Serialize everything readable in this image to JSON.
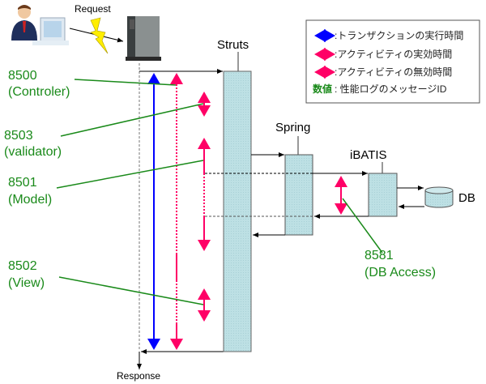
{
  "labels": {
    "request": "Request",
    "response": "Response",
    "struts": "Struts",
    "spring": "Spring",
    "ibatis": "iBATIS",
    "db": "DB"
  },
  "message_ids": [
    {
      "id": "8500",
      "name": "(Controler)"
    },
    {
      "id": "8503",
      "name": "(validator)"
    },
    {
      "id": "8501",
      "name": "(Model)"
    },
    {
      "id": "8502",
      "name": "(View)"
    },
    {
      "id": "8581",
      "name": "(DB Access)"
    }
  ],
  "legend": {
    "items": [
      {
        "text": ":トランザクションの実行時間",
        "color": "#0000ff",
        "style": "solid"
      },
      {
        "text": ":アクティビティの実効時間",
        "color": "#ff0066",
        "style": "solid"
      },
      {
        "text": ":アクティビティの無効時間",
        "color": "#ff0066",
        "style": "dotted"
      }
    ],
    "key_label": "数値",
    "key_text": ": 性能ログのメッセージID"
  },
  "colors": {
    "blue": "#0000ff",
    "pink": "#ff0066",
    "green": "#1a8a1a",
    "box": "#bde0e4"
  }
}
